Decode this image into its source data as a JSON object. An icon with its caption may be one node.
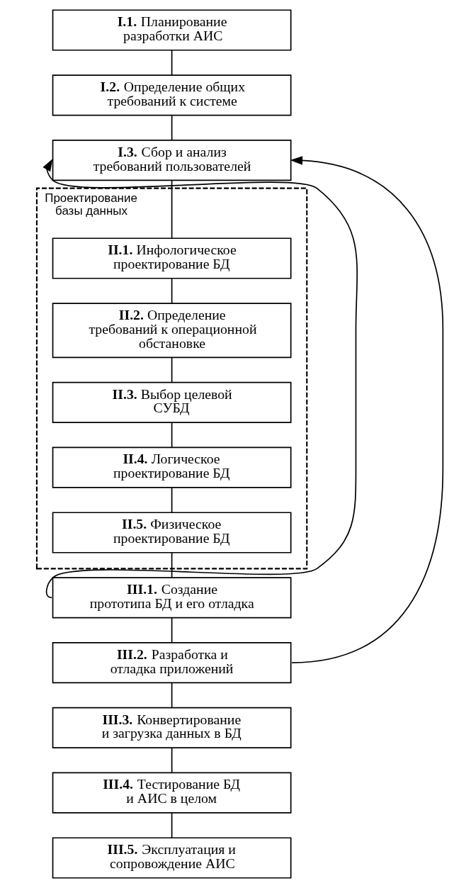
{
  "diagram": {
    "nodes": [
      {
        "text": [
          "**I.1.** Планирование разработки АИС"
        ]
      },
      {
        "text": [
          "**I.2.** Определение общих требований к системе"
        ]
      },
      {
        "text": [
          "**I.3.** Сбор и анализ требований пользователей"
        ]
      },
      {
        "text": [
          "Проектирование базы данных"
        ]
      },
      {
        "text": [
          "**II.1.** Инфологическое проектирование БД"
        ],
        "in": 3
      },
      {
        "text": [
          "**II.2.** Определение требований к операционной обстановке"
        ],
        "in": 3
      },
      {
        "text": [
          "**II.3.** Выбор целевой СУБД"
        ],
        "in": 3
      },
      {
        "text": [
          "**II.4.** Логическое проектирование БД"
        ],
        "in": 3
      },
      {
        "text": [
          "**II.5.** Физическое проектирование БД"
        ],
        "in": 3
      },
      {
        "text": [
          "**III.1.** Создание прототипа БД и его отладка"
        ]
      },
      {
        "text": [
          "**III.2.** Разработка и отладка приложений"
        ]
      },
      {
        "text": [
          "**III.3.** Конвертирование и загрузка данных в БД"
        ]
      },
      {
        "text": [
          "**III.4.** Тестирование БД и АИС в целом"
        ]
      },
      {
        "text": [
          "**III.5.** Эксплуатация и сопровождение АИС"
        ]
      }
    ],
    "edges": [
      {
        "from": 0,
        "to": 1,
        "arrow": "none"
      },
      {
        "from": 1,
        "to": 2,
        "arrow": "none"
      },
      {
        "from": 2,
        "to": 4,
        "arrow": "none"
      },
      {
        "from": 4,
        "to": 5,
        "arrow": "none"
      },
      {
        "from": 5,
        "to": 6,
        "arrow": "none"
      },
      {
        "from": 6,
        "to": 7,
        "arrow": "none"
      },
      {
        "from": 7,
        "to": 8,
        "arrow": "none"
      },
      {
        "from": 8,
        "to": 9,
        "arrow": "none"
      },
      {
        "from": 9,
        "to": 10,
        "arrow": "none"
      },
      {
        "from": 10,
        "to": 11,
        "arrow": "none"
      },
      {
        "from": 11,
        "to": 12,
        "arrow": "none"
      },
      {
        "from": 12,
        "to": 13,
        "arrow": "none"
      },
      {
        "from": 9,
        "to": 2,
        "arrow": "to"
      },
      {
        "from": 10,
        "to": 2,
        "arrow": "to"
      }
    ]
  }
}
